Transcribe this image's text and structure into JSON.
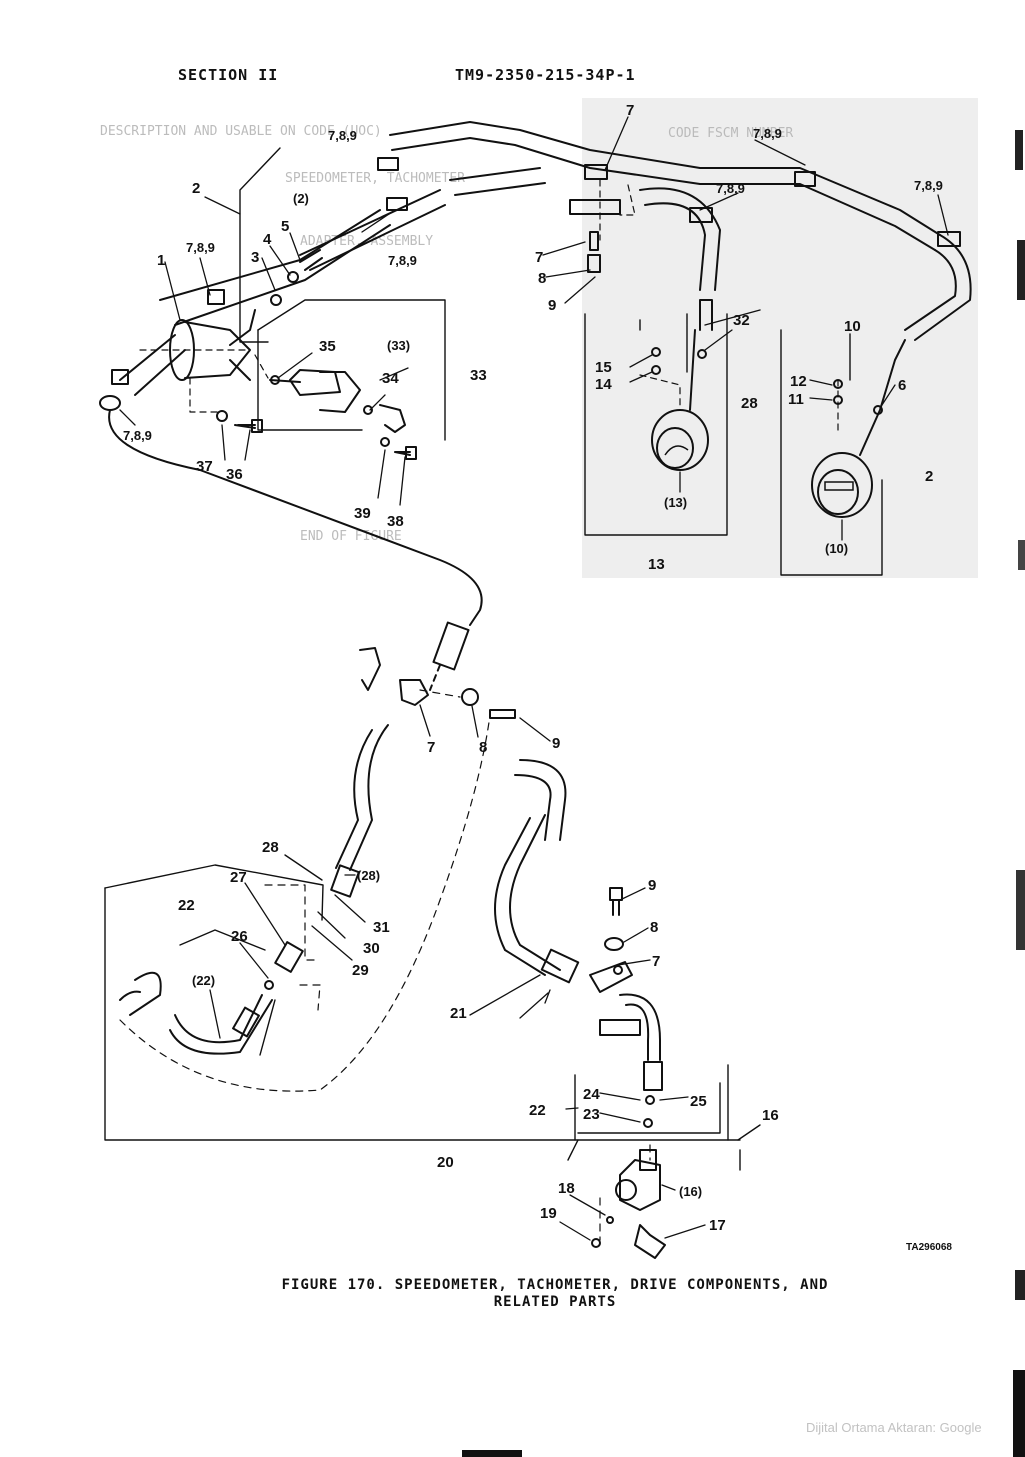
{
  "header": {
    "section": "SECTION II",
    "manual_number": "TM9-2350-215-34P-1"
  },
  "figure": {
    "caption_line1": "FIGURE 170.  SPEEDOMETER, TACHOMETER, DRIVE COMPONENTS, AND",
    "caption_line2": "RELATED PARTS",
    "drawing_code": "TA296068"
  },
  "callouts": {
    "ref_789": "7,8,9",
    "c1": "1",
    "c2": "2",
    "c2_paren": "(2)",
    "c3": "3",
    "c4": "4",
    "c5": "5",
    "c6": "6",
    "c7": "7",
    "c8": "8",
    "c9": "9",
    "c10": "10",
    "c10_paren": "(10)",
    "c11": "11",
    "c12": "12",
    "c13": "13",
    "c13_paren": "(13)",
    "c14": "14",
    "c15": "15",
    "c16": "16",
    "c16_paren": "(16)",
    "c17": "17",
    "c18": "18",
    "c19": "19",
    "c20": "20",
    "c21": "21",
    "c22": "22",
    "c22_paren": "(22)",
    "c23": "23",
    "c24": "24",
    "c25": "25",
    "c26": "26",
    "c27": "27",
    "c28": "28",
    "c28_paren": "(28)",
    "c29": "29",
    "c30": "30",
    "c31": "31",
    "c32": "32",
    "c33": "33",
    "c33_paren": "(33)",
    "c34": "34",
    "c35": "35",
    "c36": "36",
    "c37": "37",
    "c38": "38",
    "c39": "39"
  },
  "bleed_through": {
    "l1": "DESCRIPTION AND USABLE ON CODE (UOC)",
    "l2": "CODE  FSCM  NUMBER",
    "l3": "SPEEDOMETER, TACHOMETER",
    "l4": "ADAPTER, ASSEMBLY",
    "l5": "END OF FIGURE"
  },
  "watermark": "Dijital Ortama Aktaran: Google"
}
